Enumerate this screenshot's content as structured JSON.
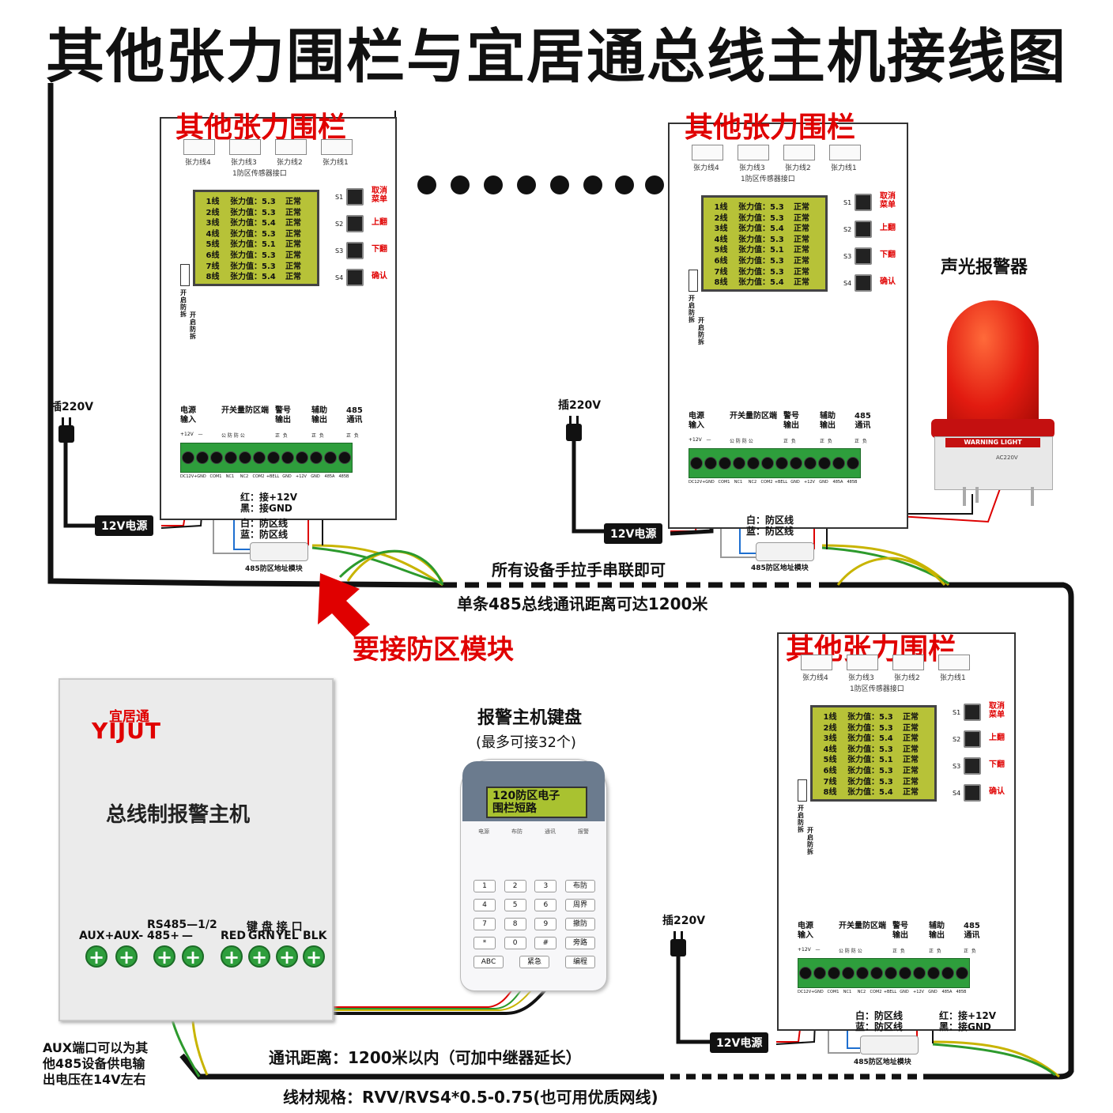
{
  "title": "其他张力围栏与宜居通总线主机接线图",
  "controller": {
    "title": "其他张力围栏",
    "connectors": [
      "张力线4",
      "张力线3",
      "张力线2",
      "张力线1"
    ],
    "sensor_port_label": "1防区传感器接口",
    "lcd_rows": [
      {
        "line": "1线",
        "value": "张力值：5.3",
        "status": "正常"
      },
      {
        "line": "2线",
        "value": "张力值：5.3",
        "status": "正常"
      },
      {
        "line": "3线",
        "value": "张力值：5.4",
        "status": "正常"
      },
      {
        "line": "4线",
        "value": "张力值：5.3",
        "status": "正常"
      },
      {
        "line": "5线",
        "value": "张力值：5.1",
        "status": "正常"
      },
      {
        "line": "6线",
        "value": "张力值：5.3",
        "status": "正常"
      },
      {
        "line": "7线",
        "value": "张力值：5.3",
        "status": "正常"
      },
      {
        "line": "8线",
        "value": "张力值：5.4",
        "status": "正常"
      }
    ],
    "buttons": [
      {
        "id": "S1",
        "label": "取消\n菜单"
      },
      {
        "id": "S2",
        "label": "上翻"
      },
      {
        "id": "S3",
        "label": "下翻"
      },
      {
        "id": "S4",
        "label": "确认"
      }
    ],
    "tamper_label_1": "开\n启\n防\n拆",
    "tamper_label_2": "开\n启\n防\n拆",
    "terminal_headers": [
      {
        "text": "电源\n输入",
        "sub": "+12V   —"
      },
      {
        "text": "开关量防区端",
        "sub": "公 防 防 公"
      },
      {
        "text": "警号\n输出",
        "sub": "正  负"
      },
      {
        "text": "辅助\n输出",
        "sub": "正  负"
      },
      {
        "text": "485\n通讯",
        "sub": "正  负"
      }
    ],
    "terminal_labels": [
      "DC12V+",
      "GND",
      "COM1",
      "NC1",
      "NC2",
      "COM2",
      "+BELL",
      "GND",
      "+12V",
      "GND",
      "485A",
      "485B"
    ],
    "module_label": "485防区地址模块",
    "psu_label": "12V电源",
    "plug_label": "插220V"
  },
  "wiring_notes": {
    "red_black": "红：接+12V\n黑：接GND",
    "white_blue": "白：防区线\n蓝：防区线"
  },
  "alarm_light": {
    "title": "声光报警器",
    "label": "WARNING LIGHT",
    "voltage": "AC220V"
  },
  "annotations": {
    "daisy_chain": "所有设备手拉手串联即可",
    "distance_485": "单条485总线通讯距离可达1200米",
    "must_connect": "要接防区模块",
    "comm_distance": "通讯距离：1200米以内（可加中继器延长）",
    "cable_spec": "线材规格：RVV/RVS4*0.5-0.75(也可用优质网线)",
    "aux_note": "AUX端口可以为其\n他485设备供电输\n出电压在14V左右"
  },
  "host": {
    "brand_cn": "宜居通",
    "brand_en": "YIJUT",
    "name": "总线制报警主机",
    "terminal_group_rs485": "RS485—1/2",
    "terminal_group_keypad": "键 盘 接 口",
    "terminals": [
      "AUX+",
      "AUX-",
      "485+",
      "—",
      "RED",
      "GRN",
      "YEL",
      "BLK"
    ]
  },
  "keypad": {
    "title": "报警主机键盘",
    "subtitle": "(最多可接32个)",
    "lcd_line1": "120防区电子",
    "lcd_line2": "围栏短路",
    "indicators": [
      "电源",
      "布防",
      "通讯",
      "报警"
    ],
    "keys": [
      [
        "1",
        "2",
        "3",
        "布防"
      ],
      [
        "4",
        "5",
        "6",
        "周界"
      ],
      [
        "7",
        "8",
        "9",
        "撤防"
      ],
      [
        "*",
        "0",
        "#",
        "旁路"
      ],
      [
        "ABC",
        "紧急",
        "编程"
      ]
    ]
  },
  "colors": {
    "title_red": "#e00000",
    "lcd_green": "#b7c238",
    "terminal_green": "#2e9e3c",
    "bus_black": "#111111"
  }
}
